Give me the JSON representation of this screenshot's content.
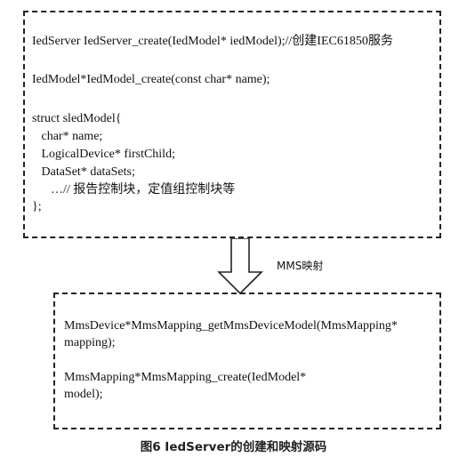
{
  "top_box": {
    "line1": "IedServer IedServer_create(IedModel* iedModel);//创建IEC61850服务",
    "line2": "IedModel*IedModel_create(const char* name);",
    "struct_lines": [
      "struct sledModel{",
      "   char* name;",
      "   LogicalDevice* firstChild;",
      "   DataSet* dataSets;",
      "      …// 报告控制块，定值组控制块等",
      "};"
    ]
  },
  "arrow": {
    "label": "MMS映射"
  },
  "bottom_box": {
    "line1a": "MmsDevice*MmsMapping_getMmsDeviceModel(MmsMapping*",
    "line1b": "mapping);",
    "line2a": "MmsMapping*MmsMapping_create(IedModel*",
    "line2b": "model);"
  },
  "caption": "图6   IedServer的创建和映射源码"
}
